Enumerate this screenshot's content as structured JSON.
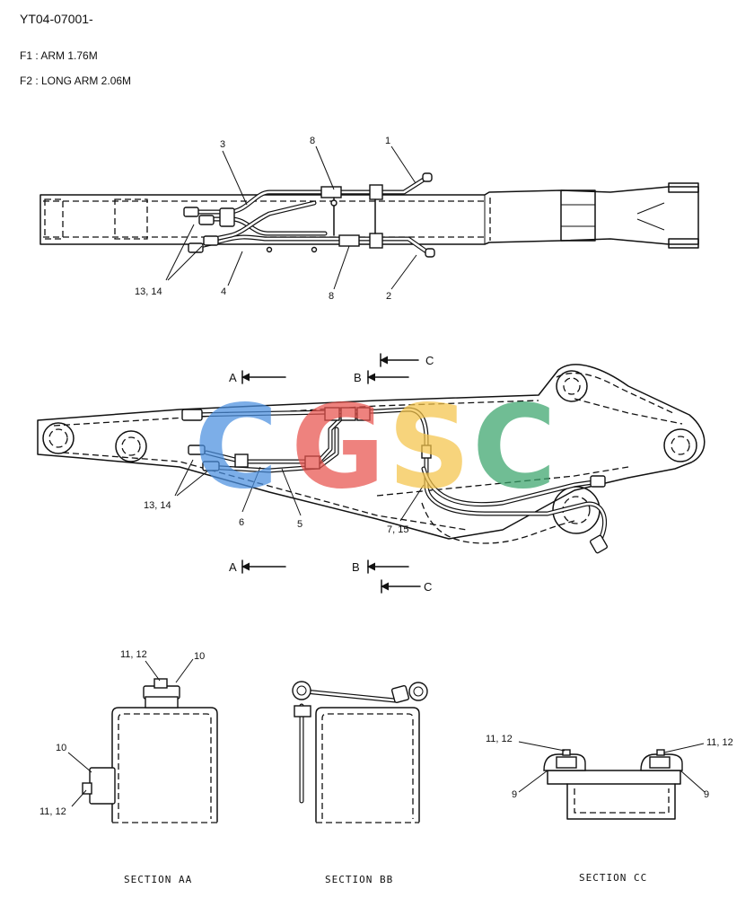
{
  "header": {
    "doc_code": "YT04-07001-",
    "notes": [
      "F1 : ARM 1.76M",
      "F2 : LONG ARM 2.06M"
    ]
  },
  "top_view": {
    "callouts": [
      "3",
      "8",
      "1",
      "13, 14",
      "4",
      "8",
      "2"
    ]
  },
  "side_view": {
    "section_markers": [
      "A",
      "B",
      "C",
      "A",
      "B",
      "C"
    ],
    "callouts": [
      "13, 14",
      "6",
      "5",
      "7, 15"
    ]
  },
  "sections": {
    "aa": {
      "title": "SECTION AA",
      "callouts": [
        "11, 12",
        "10",
        "10",
        "11, 12"
      ]
    },
    "bb": {
      "title": "SECTION BB"
    },
    "cc": {
      "title": "SECTION CC",
      "callouts": [
        "11, 12",
        "11, 12",
        "9",
        "9"
      ]
    }
  },
  "watermark": {
    "letters": [
      "C",
      "G",
      "S",
      "C"
    ],
    "colors": [
      "#4a8fe0",
      "#e8534d",
      "#f5c44a",
      "#3aa56c"
    ]
  }
}
